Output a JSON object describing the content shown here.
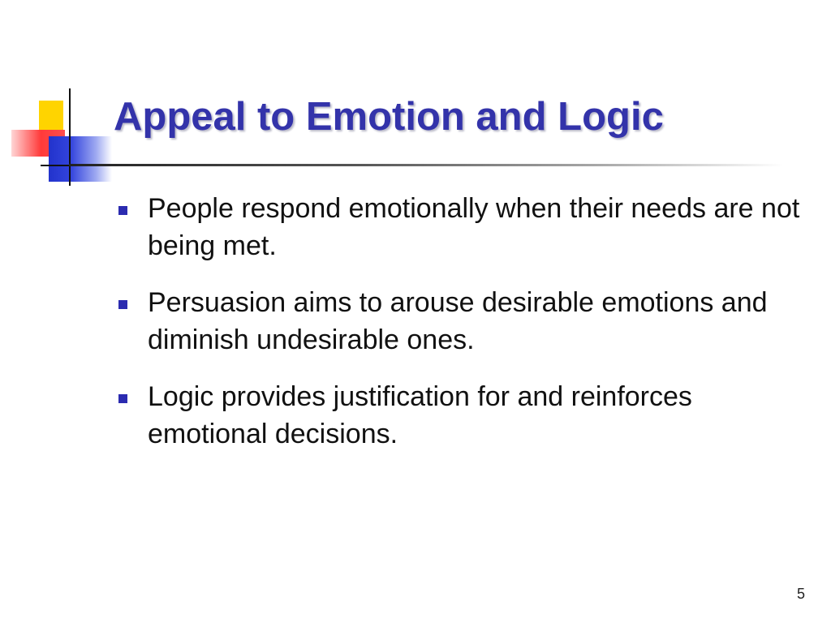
{
  "slide": {
    "title": "Appeal to Emotion and Logic",
    "bullets": [
      "People respond emotionally when their needs are not being met.",
      "Persuasion aims to arouse desirable emotions and diminish undesirable ones.",
      "Logic provides justification for and reinforces emotional decisions."
    ],
    "page_number": "5"
  },
  "colors": {
    "title": "#3333aa",
    "bullet_marker": "#2b2bb0",
    "logo_yellow": "#ffd400",
    "logo_red": "#ff3a3a",
    "logo_blue": "#2233cc"
  }
}
